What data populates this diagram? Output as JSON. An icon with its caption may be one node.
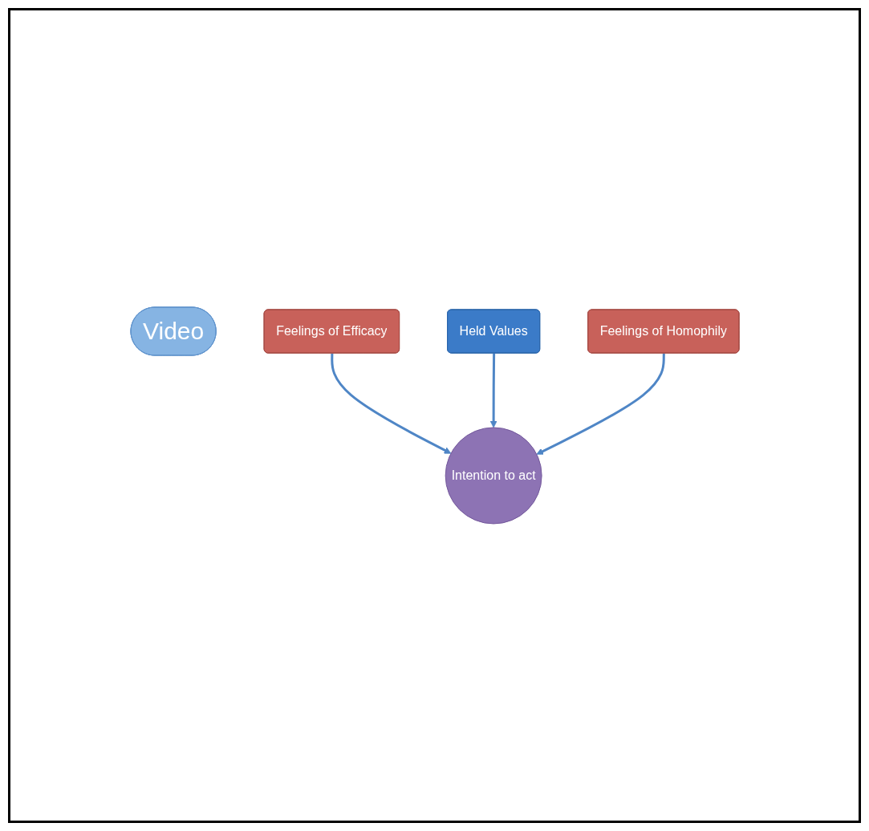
{
  "diagram": {
    "nodes": [
      {
        "text": [
          "Video"
        ]
      },
      {
        "text": [
          "Held Values"
        ]
      },
      {
        "text": [
          "Feelings of Efficacy"
        ]
      },
      {
        "text": [
          "Feelings of Homophily"
        ]
      },
      {
        "text": [
          "Intention to act"
        ]
      }
    ],
    "edges": [
      {
        "from": 2,
        "to": 4,
        "arrow": "to"
      },
      {
        "from": 1,
        "to": 4,
        "arrow": "to"
      },
      {
        "from": 3,
        "to": 4,
        "arrow": "to"
      }
    ]
  }
}
